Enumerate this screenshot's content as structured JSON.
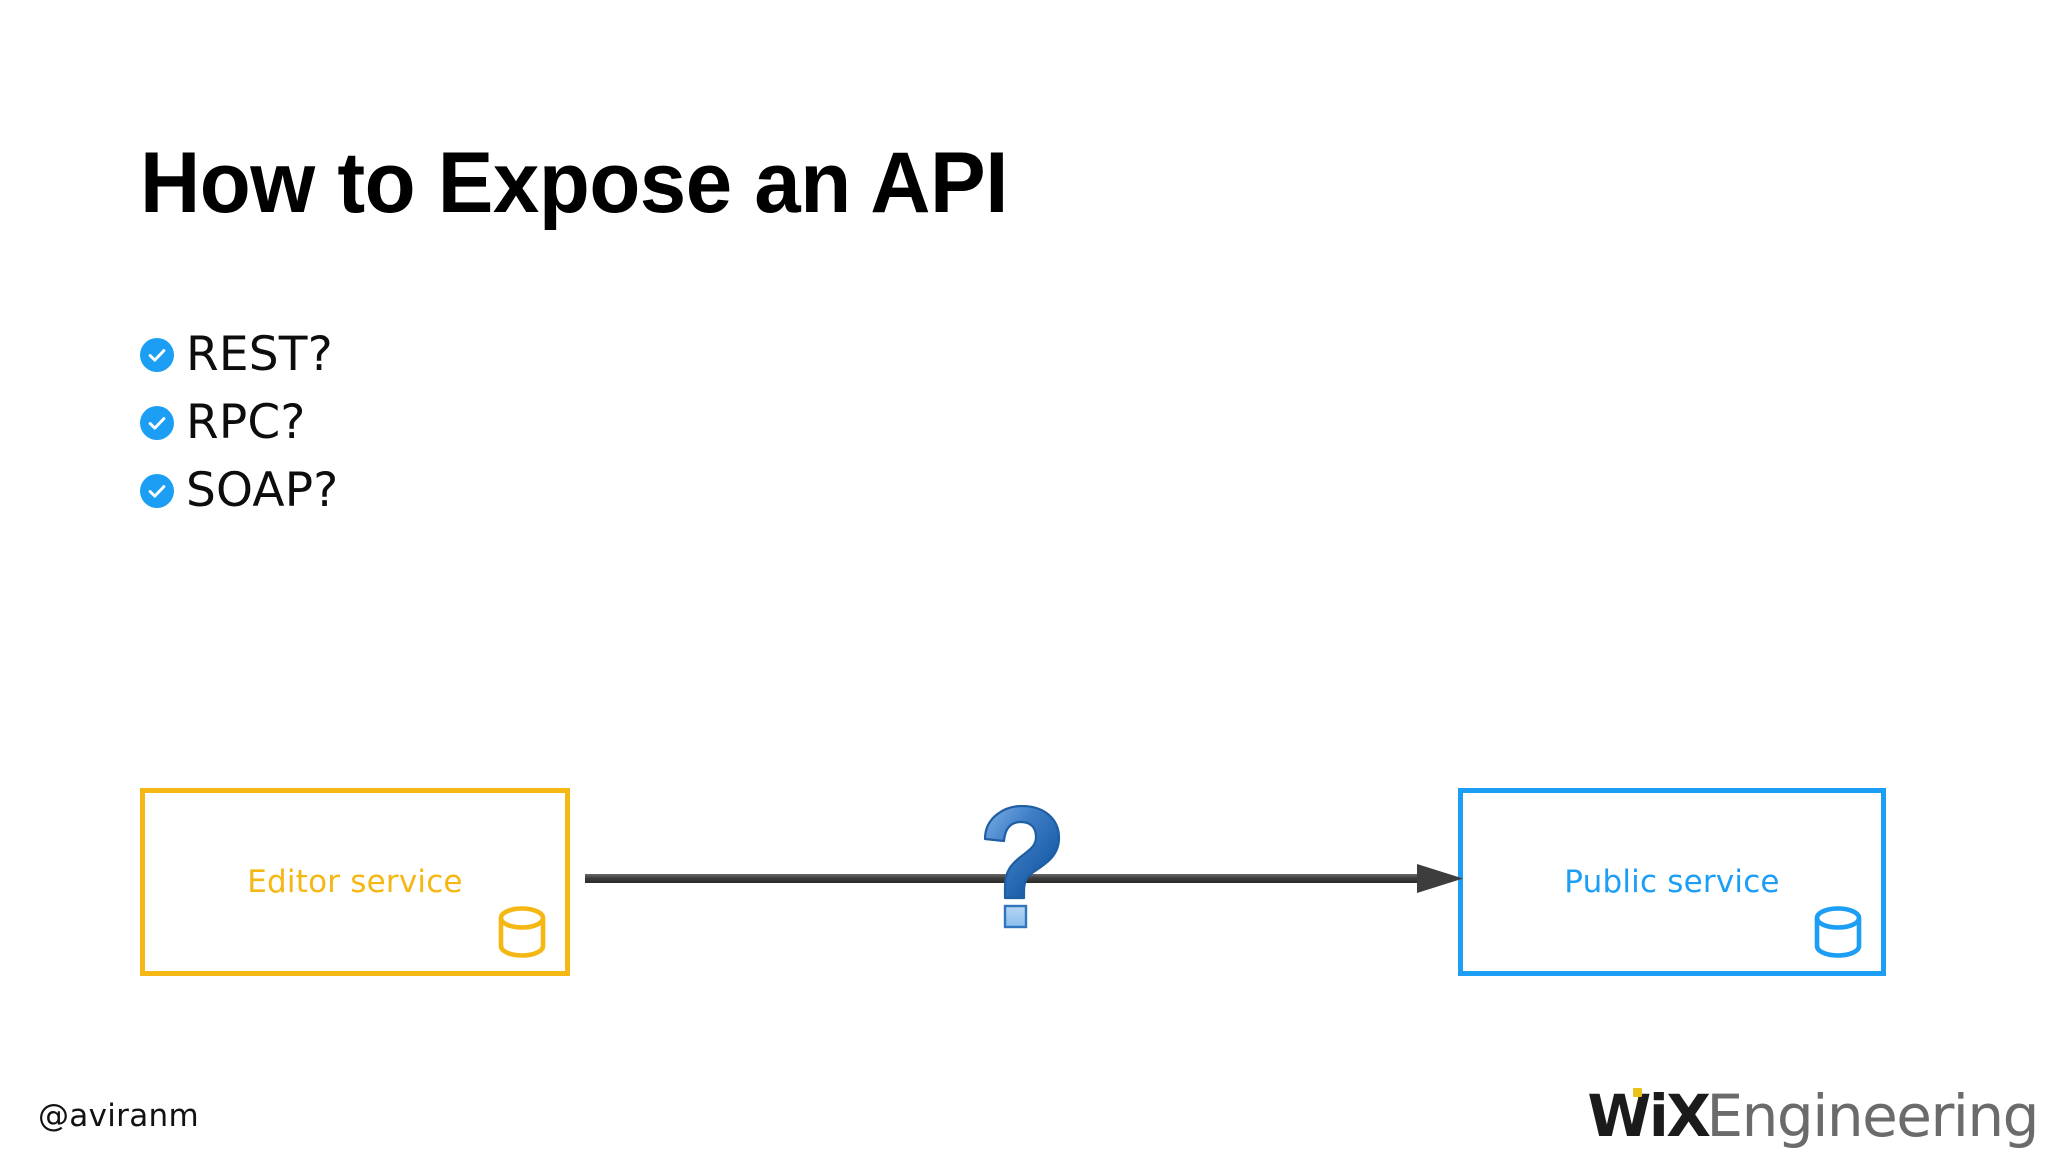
{
  "slide": {
    "title": "How to Expose an API",
    "background_color": "#ffffff"
  },
  "bullets": {
    "marker_icon": "check-circle-icon",
    "marker_color": "#1c9ef5",
    "items": [
      {
        "label": "REST?"
      },
      {
        "label": "RPC?"
      },
      {
        "label": "SOAP?"
      }
    ]
  },
  "diagram": {
    "type": "flow",
    "nodes": [
      {
        "id": "editor-service",
        "label": "Editor service",
        "color": "#f5b713",
        "icon": "database-icon"
      },
      {
        "id": "public-service",
        "label": "Public service",
        "color": "#1c9ef5",
        "icon": "database-icon"
      }
    ],
    "connector": {
      "from": "editor-service",
      "to": "public-service",
      "style": "arrow",
      "color": "#404040",
      "annotation": "?",
      "annotation_icon": "question-mark-icon",
      "annotation_color": "#2b6fc0"
    }
  },
  "footer": {
    "handle": "@aviranm",
    "logo": {
      "mark": "WiX",
      "suffix": "Engineering",
      "mark_color": "#1b1b1b",
      "suffix_color": "#6b6b6b",
      "accent_color": "#e8c11a"
    }
  }
}
